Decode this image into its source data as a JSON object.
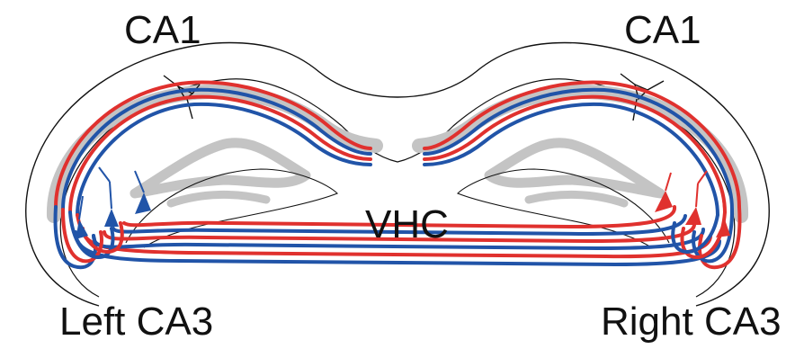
{
  "labels": {
    "ca1_left": "CA1",
    "ca1_right": "CA1",
    "vhc": "VHC",
    "left_ca3": "Left CA3",
    "right_ca3": "Right CA3"
  },
  "colors": {
    "outline": "#111111",
    "gray_layer": "#c4c4c4",
    "red_fiber": "#e0312e",
    "blue_fiber": "#2154a8",
    "background": "#ffffff"
  }
}
